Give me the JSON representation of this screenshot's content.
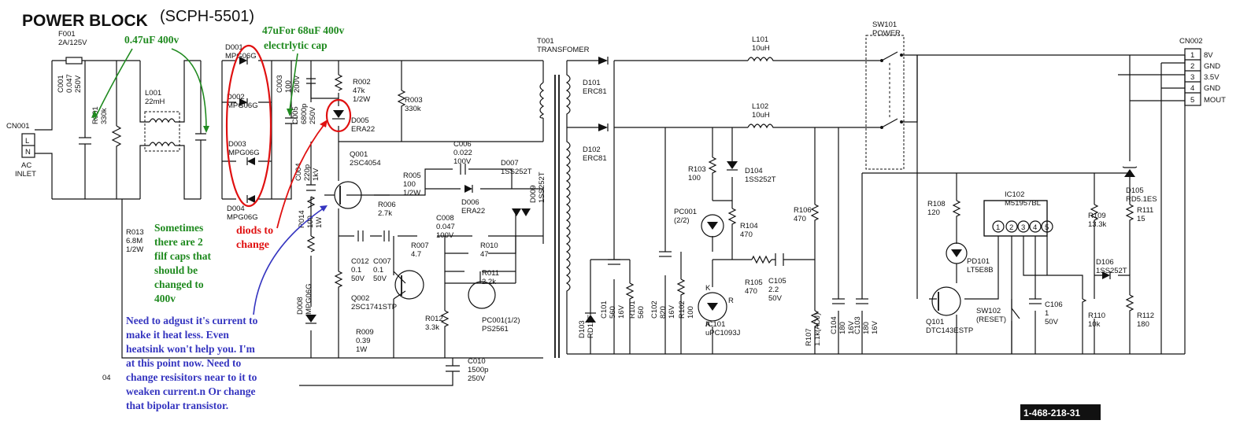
{
  "title": {
    "main": "POWER BLOCK",
    "model": "(SCPH-5501)"
  },
  "doc_number": "1-468-218-31",
  "sheet_number": "04",
  "annotations": {
    "cap047": "0.47uF 400v",
    "cap47_l1": "47uFor 68uF 400v",
    "cap47_l2": "electrlytic cap",
    "diodes_l1": "diods to",
    "diodes_l2": "change",
    "filter_lines": [
      "Sometimes",
      "there are 2",
      "filf caps that",
      "should be",
      "changed to",
      "400v"
    ],
    "current_lines": [
      "Need to adgust it's current to",
      "make it heat less. Even",
      "heatsink won't help you. I'm",
      "at this point now. Need to",
      "change resisitors near to it to",
      "weaken current.n Or change",
      "that bipolar transistor."
    ]
  },
  "connectors": {
    "cn001": {
      "ref": "CN001",
      "pins": [
        "L",
        "N"
      ],
      "name_l1": "AC",
      "name_l2": "INLET"
    },
    "cn002": {
      "ref": "CN002",
      "pins": [
        "1",
        "2",
        "3",
        "4",
        "5"
      ],
      "signals": [
        "8V",
        "GND",
        "3.5V",
        "GND",
        "MOUT"
      ]
    }
  },
  "components": {
    "F001": [
      "F001",
      "2A/125V"
    ],
    "C001": [
      "C001",
      "0.047",
      "250V"
    ],
    "R001": [
      "R001",
      "330k"
    ],
    "L001": [
      "L001",
      "22mH"
    ],
    "D001": [
      "D001",
      "MPG06G"
    ],
    "D002": [
      "D002",
      "MPG06G"
    ],
    "D003": [
      "D003",
      "MPG06G"
    ],
    "D004": [
      "D004",
      "MPG06G"
    ],
    "C003": [
      "C003",
      "100",
      "200V"
    ],
    "C005": [
      "C005",
      "6800p",
      "250V"
    ],
    "R002": [
      "R002",
      "47k",
      "1/2W"
    ],
    "D005": [
      "D005",
      "ERA22"
    ],
    "R003": [
      "R003",
      "330k"
    ],
    "Q001": [
      "Q001",
      "2SC4054"
    ],
    "R005": [
      "R005",
      "100",
      "1/2W"
    ],
    "C006": [
      "C006",
      "0.022",
      "100V"
    ],
    "D006": [
      "D006",
      "ERA22"
    ],
    "D007": [
      "D007",
      "1SS252T"
    ],
    "D009": [
      "D009",
      "1SS252T"
    ],
    "C004": [
      "C004",
      "220p",
      "1kV"
    ],
    "R006": [
      "R006",
      "2.7k"
    ],
    "C008": [
      "C008",
      "0.047",
      "100V"
    ],
    "R013": [
      "R013",
      "6.8M",
      "1/2W"
    ],
    "R014": [
      "R014",
      "100",
      "1W"
    ],
    "C012": [
      "C012",
      "0.1",
      "50V"
    ],
    "C007": [
      "C007",
      "0.1",
      "50V"
    ],
    "R007": [
      "R007",
      "4.7"
    ],
    "R010": [
      "R010",
      "47"
    ],
    "R011": [
      "R011",
      "2.2k"
    ],
    "D008": [
      "D008",
      "MPG06G"
    ],
    "Q002": [
      "Q002",
      "2SC1741STP"
    ],
    "R009": [
      "R009",
      "0.39",
      "1W"
    ],
    "R012": [
      "R012",
      "3.3k"
    ],
    "PC001b": [
      "PC001(1/2)",
      "PS2561"
    ],
    "C010": [
      "C010",
      "1500p",
      "250V"
    ],
    "T001": [
      "T001",
      "TRANSFOMER"
    ],
    "D101": [
      "D101",
      "ERC81"
    ],
    "D102": [
      "D102",
      "ERC81"
    ],
    "L101": [
      "L101",
      "10uH"
    ],
    "L102": [
      "L102",
      "10uH"
    ],
    "D103": [
      "D103",
      "RD12F"
    ],
    "C101": [
      "C101",
      "560",
      "16V"
    ],
    "R101": [
      "R101",
      "560"
    ],
    "C102": [
      "C102",
      "820",
      "16V"
    ],
    "R102": [
      "R102",
      "100"
    ],
    "R103": [
      "R103",
      "100"
    ],
    "D104": [
      "D104",
      "1SS252T"
    ],
    "PC001a": [
      "PC001",
      "(2/2)"
    ],
    "R104": [
      "R104",
      "470"
    ],
    "R105": [
      "R105",
      "470"
    ],
    "C105": [
      "C105",
      "2.2",
      "50V"
    ],
    "IC101": [
      "IC101",
      "uPC1093J"
    ],
    "R106": [
      "R106",
      "470"
    ],
    "R107": [
      "R107",
      "1.1k(ADJ)"
    ],
    "C104": [
      "C104",
      "180",
      "16V"
    ],
    "C103": [
      "C103",
      "180",
      "16V"
    ],
    "SW101": [
      "SW101",
      "POWER"
    ],
    "R108": [
      "R108",
      "120"
    ],
    "PD101": [
      "PD101",
      "LT5E8B"
    ],
    "Q101": [
      "Q101",
      "DTC143ESTP"
    ],
    "IC102": [
      "IC102",
      "M51957BL"
    ],
    "SW102": [
      "SW102",
      "(RESET)"
    ],
    "C106": [
      "C106",
      "1",
      "50V"
    ],
    "R109": [
      "R109",
      "13.3k"
    ],
    "R111": [
      "R111",
      "15"
    ],
    "D105": [
      "D105",
      "RD5.1ES"
    ],
    "D106": [
      "D106",
      "1SS252T"
    ],
    "R110": [
      "R110",
      "10k"
    ],
    "R112": [
      "R112",
      "180"
    ]
  },
  "pin_labels": {
    "ic102": [
      "1",
      "2",
      "3",
      "4",
      "5"
    ],
    "ic101_k": "K",
    "ic101_a": "A",
    "ic101_r": "R"
  },
  "colors": {
    "green": "#1f8a1f",
    "red": "#e01010",
    "blue": "#3535c0",
    "ink": "#111111"
  }
}
